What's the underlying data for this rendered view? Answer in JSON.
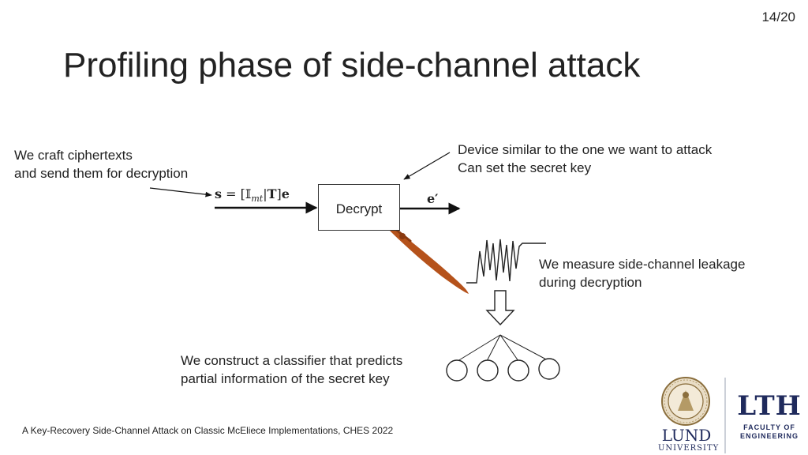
{
  "slide": {
    "page_number": "14/20",
    "title": "Profiling phase of side-channel attack"
  },
  "diagram": {
    "craft_note_line1": "We craft ciphertexts",
    "craft_note_line2": "and send them for decryption",
    "input_formula": "s = [𝕀mt|T]e",
    "input_formula_parts": {
      "s": "s",
      "eq": " = [",
      "I": "𝕀",
      "sub": "mt",
      "bar": "|",
      "T": "T",
      "close": "]",
      "e": "e"
    },
    "decrypt_label": "Decrypt",
    "output_label": "e′",
    "device_note_line1": "Device similar to the one we want to attack",
    "device_note_line2": "Can set the secret key",
    "measure_note_line1": "We measure side-channel leakage",
    "measure_note_line2": "during decryption",
    "classifier_note_line1": "We construct a classifier that predicts",
    "classifier_note_line2": "partial information of the secret key"
  },
  "footer": {
    "citation": "A Key-Recovery Side-Channel Attack on Classic McEliece Implementations, CHES 2022"
  },
  "logos": {
    "lth_letters": "LTH",
    "lth_sub_line1": "FACULTY OF",
    "lth_sub_line2": "ENGINEERING",
    "lund_line1": "LUND",
    "lund_line2": "UNIVERSITY",
    "brand_color": "#1f2a5c",
    "probe_color": "#b5521b"
  }
}
